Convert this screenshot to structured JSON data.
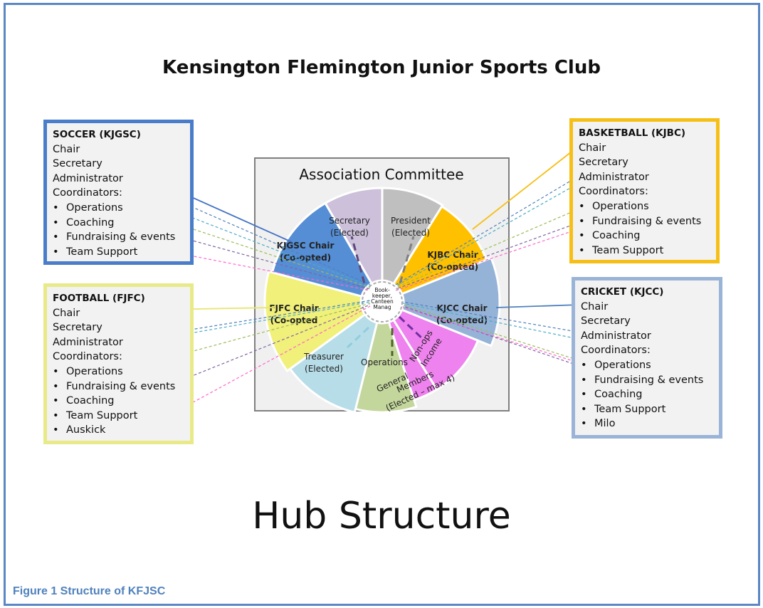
{
  "title": "Kensington Flemington Junior Sports Club",
  "hub_label": "Hub Structure",
  "caption": "Figure 1 Structure of KFJSC",
  "committee": {
    "title": "Association Committee",
    "center_lines": [
      "Book-",
      "keeper,",
      "Canteen",
      "Manag"
    ],
    "segments": [
      {
        "id": "secretary",
        "lines": [
          "Secretary",
          "(Elected)"
        ],
        "color": "#ccc0da"
      },
      {
        "id": "president",
        "lines": [
          "President",
          "(Elected)"
        ],
        "color": "#bfbfbf"
      },
      {
        "id": "kjbc",
        "lines": [
          "KJBC Chair",
          "(Co-opted)"
        ],
        "color": "#ffc000"
      },
      {
        "id": "kjcc",
        "lines": [
          "KJCC Chair",
          "(Co-opted)"
        ],
        "color": "#95b3d7"
      },
      {
        "id": "nonops",
        "lines": [
          "Non-ops",
          "Income"
        ],
        "color": "#ee82ee"
      },
      {
        "id": "members",
        "lines": [
          "Members",
          "(Elected – max 4)"
        ],
        "color": "#ee82ee"
      },
      {
        "id": "general",
        "lines": [
          "General"
        ],
        "color": "#c3d69b"
      },
      {
        "id": "operations",
        "lines": [
          "Operations"
        ],
        "color": "#c3d69b"
      },
      {
        "id": "treasurer",
        "lines": [
          "Treasurer",
          "(Elected)"
        ],
        "color": "#b7dde8"
      },
      {
        "id": "fjfc",
        "lines": [
          "FJFC Chair",
          "(Co-opted"
        ],
        "color": "#f0f07a"
      },
      {
        "id": "kjgsc",
        "lines": [
          "KJGSC Chair",
          "(Co-opted)"
        ],
        "color": "#558ed5"
      }
    ]
  },
  "soccer": {
    "header": "SOCCER (KJGSC)",
    "roles": [
      "Chair",
      "Secretary",
      "Administrator",
      "Coordinators:"
    ],
    "coordinators": [
      "Operations",
      "Coaching",
      "Fundraising & events",
      "Team Support"
    ],
    "color": "#4a7dc9"
  },
  "football": {
    "header": "FOOTBALL (FJFC)",
    "roles": [
      "Chair",
      "Secretary",
      "Administrator",
      "Coordinators:"
    ],
    "coordinators": [
      "Operations",
      "Fundraising & events",
      "Coaching",
      "Team Support",
      "Auskick"
    ],
    "color": "#e8ea88"
  },
  "basketball": {
    "header": "BASKETBALL (KJBC)",
    "roles": [
      "Chair",
      "Secretary",
      "Administrator",
      "Coordinators:"
    ],
    "coordinators": [
      "Operations",
      "Fundraising & events",
      "Coaching",
      "Team Support"
    ],
    "color": "#f6bf15"
  },
  "cricket": {
    "header": "CRICKET (KJCC)",
    "roles": [
      "Chair",
      "Secretary",
      "Administrator",
      "Coordinators:"
    ],
    "coordinators": [
      "Operations",
      "Fundraising & events",
      "Coaching",
      "Team Support",
      "Milo"
    ],
    "color": "#9ab4d8"
  }
}
